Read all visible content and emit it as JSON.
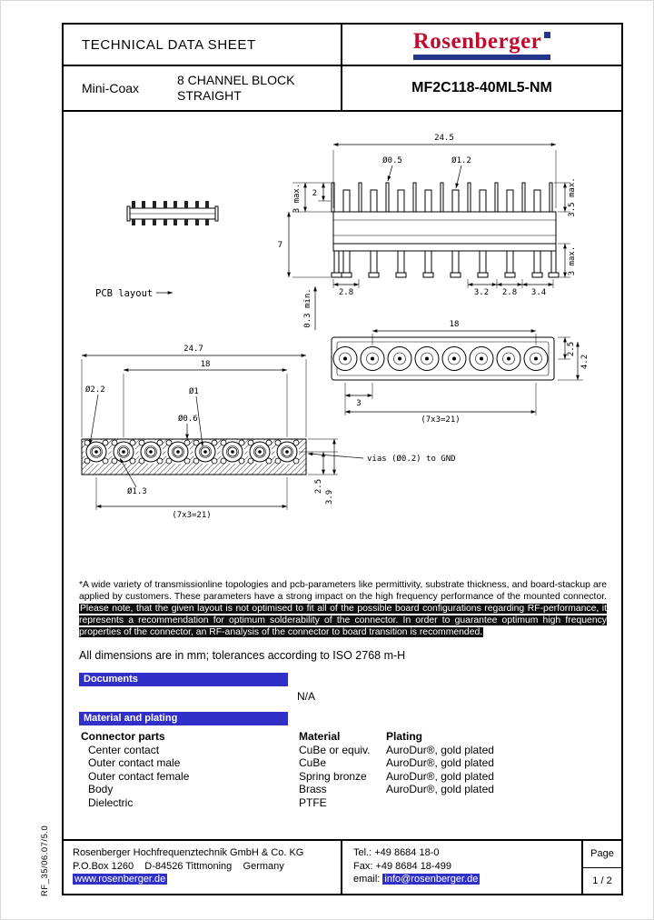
{
  "header": {
    "doc_title": "TECHNICAL DATA SHEET",
    "brand": "Rosenberger",
    "series": "Mini-Coax",
    "product": "8 CHANNEL BLOCK STRAIGHT",
    "part_number": "MF2C118-40ML5-NM"
  },
  "drawing": {
    "pcb_layout_label": "PCB layout",
    "front": {
      "width": "24.5",
      "pin_small_dia": "Ø0.5",
      "pin_large_dia": "Ø1.2",
      "dim_2": "2",
      "dim_3max_left": "3 max.",
      "dim_7": "7",
      "dim_35max": "3.5 max.",
      "dim_3max_right": "3 max.",
      "dim_28_left": "2.8",
      "dim_32": "3.2",
      "dim_28_right": "2.8",
      "dim_34": "3.4",
      "dim_03min": "0.3 min."
    },
    "top": {
      "dim_18": "18",
      "dim_25": "2.5",
      "dim_42": "4.2",
      "dim_3": "3",
      "dim_pitch": "(7x3=21)"
    },
    "pcb": {
      "dim_width": "24.7",
      "dim_18": "18",
      "dia_pad": "Ø2.2",
      "dia_hole": "Ø1",
      "dia_via": "Ø0.6",
      "dia_inner": "Ø1.3",
      "dim_pitch": "(7x3=21)",
      "dim_25": "2.5",
      "dim_39": "3.9",
      "vias_note": "vias (Ø0.2) to GND"
    }
  },
  "notes": {
    "part1": "*A wide variety of transmissionline topologies and pcb-parameters like permittivity, substrate thickness, and board-stackup are applied by customers. These parameters have a strong impact on the high frequency performance of the mounted connector.",
    "part2_highlighted": "Please note, that the given layout is not optimised to fit all of the possible board configurations regarding RF-performance, it represents a recommendation for optimum solderability of the connector. In order to guarantee optimum high frequency properties of the connector, an RF-analysis of the connector to board transition is recommended."
  },
  "tolerance_note": "All dimensions are in mm; tolerances according to ISO 2768 m-H",
  "documents": {
    "title": "Documents",
    "value": "N/A"
  },
  "materials": {
    "title": "Material and plating",
    "columns": [
      "Connector parts",
      "Material",
      "Plating"
    ],
    "rows": [
      {
        "part": "Center contact",
        "material": "CuBe or equiv.",
        "plating": "AuroDur®, gold plated"
      },
      {
        "part": "Outer contact male",
        "material": "CuBe",
        "plating": "AuroDur®, gold plated"
      },
      {
        "part": "Outer contact female",
        "material": "Spring bronze",
        "plating": "AuroDur®, gold plated"
      },
      {
        "part": "Body",
        "material": "Brass",
        "plating": "AuroDur®, gold plated"
      },
      {
        "part": "Dielectric",
        "material": "PTFE",
        "plating": ""
      }
    ]
  },
  "footer": {
    "company": "Rosenberger Hochfrequenztechnik GmbH & Co. KG",
    "address": "P.O.Box 1260    D-84526 Tittmoning    Germany",
    "website": "www.rosenberger.de",
    "tel": "Tel.: +49 8684 18-0",
    "fax": "Fax: +49 8684 18-499",
    "email_label": "email:",
    "email": "info@rosenberger.de",
    "page_label": "Page",
    "page_number": "1 / 2"
  },
  "side_code": "RF_35/06.07/5.0",
  "colors": {
    "accent_blue": "#3030c8",
    "logo_red": "#c00d2d",
    "logo_blue": "#26358c",
    "highlight_bg": "#111111"
  }
}
